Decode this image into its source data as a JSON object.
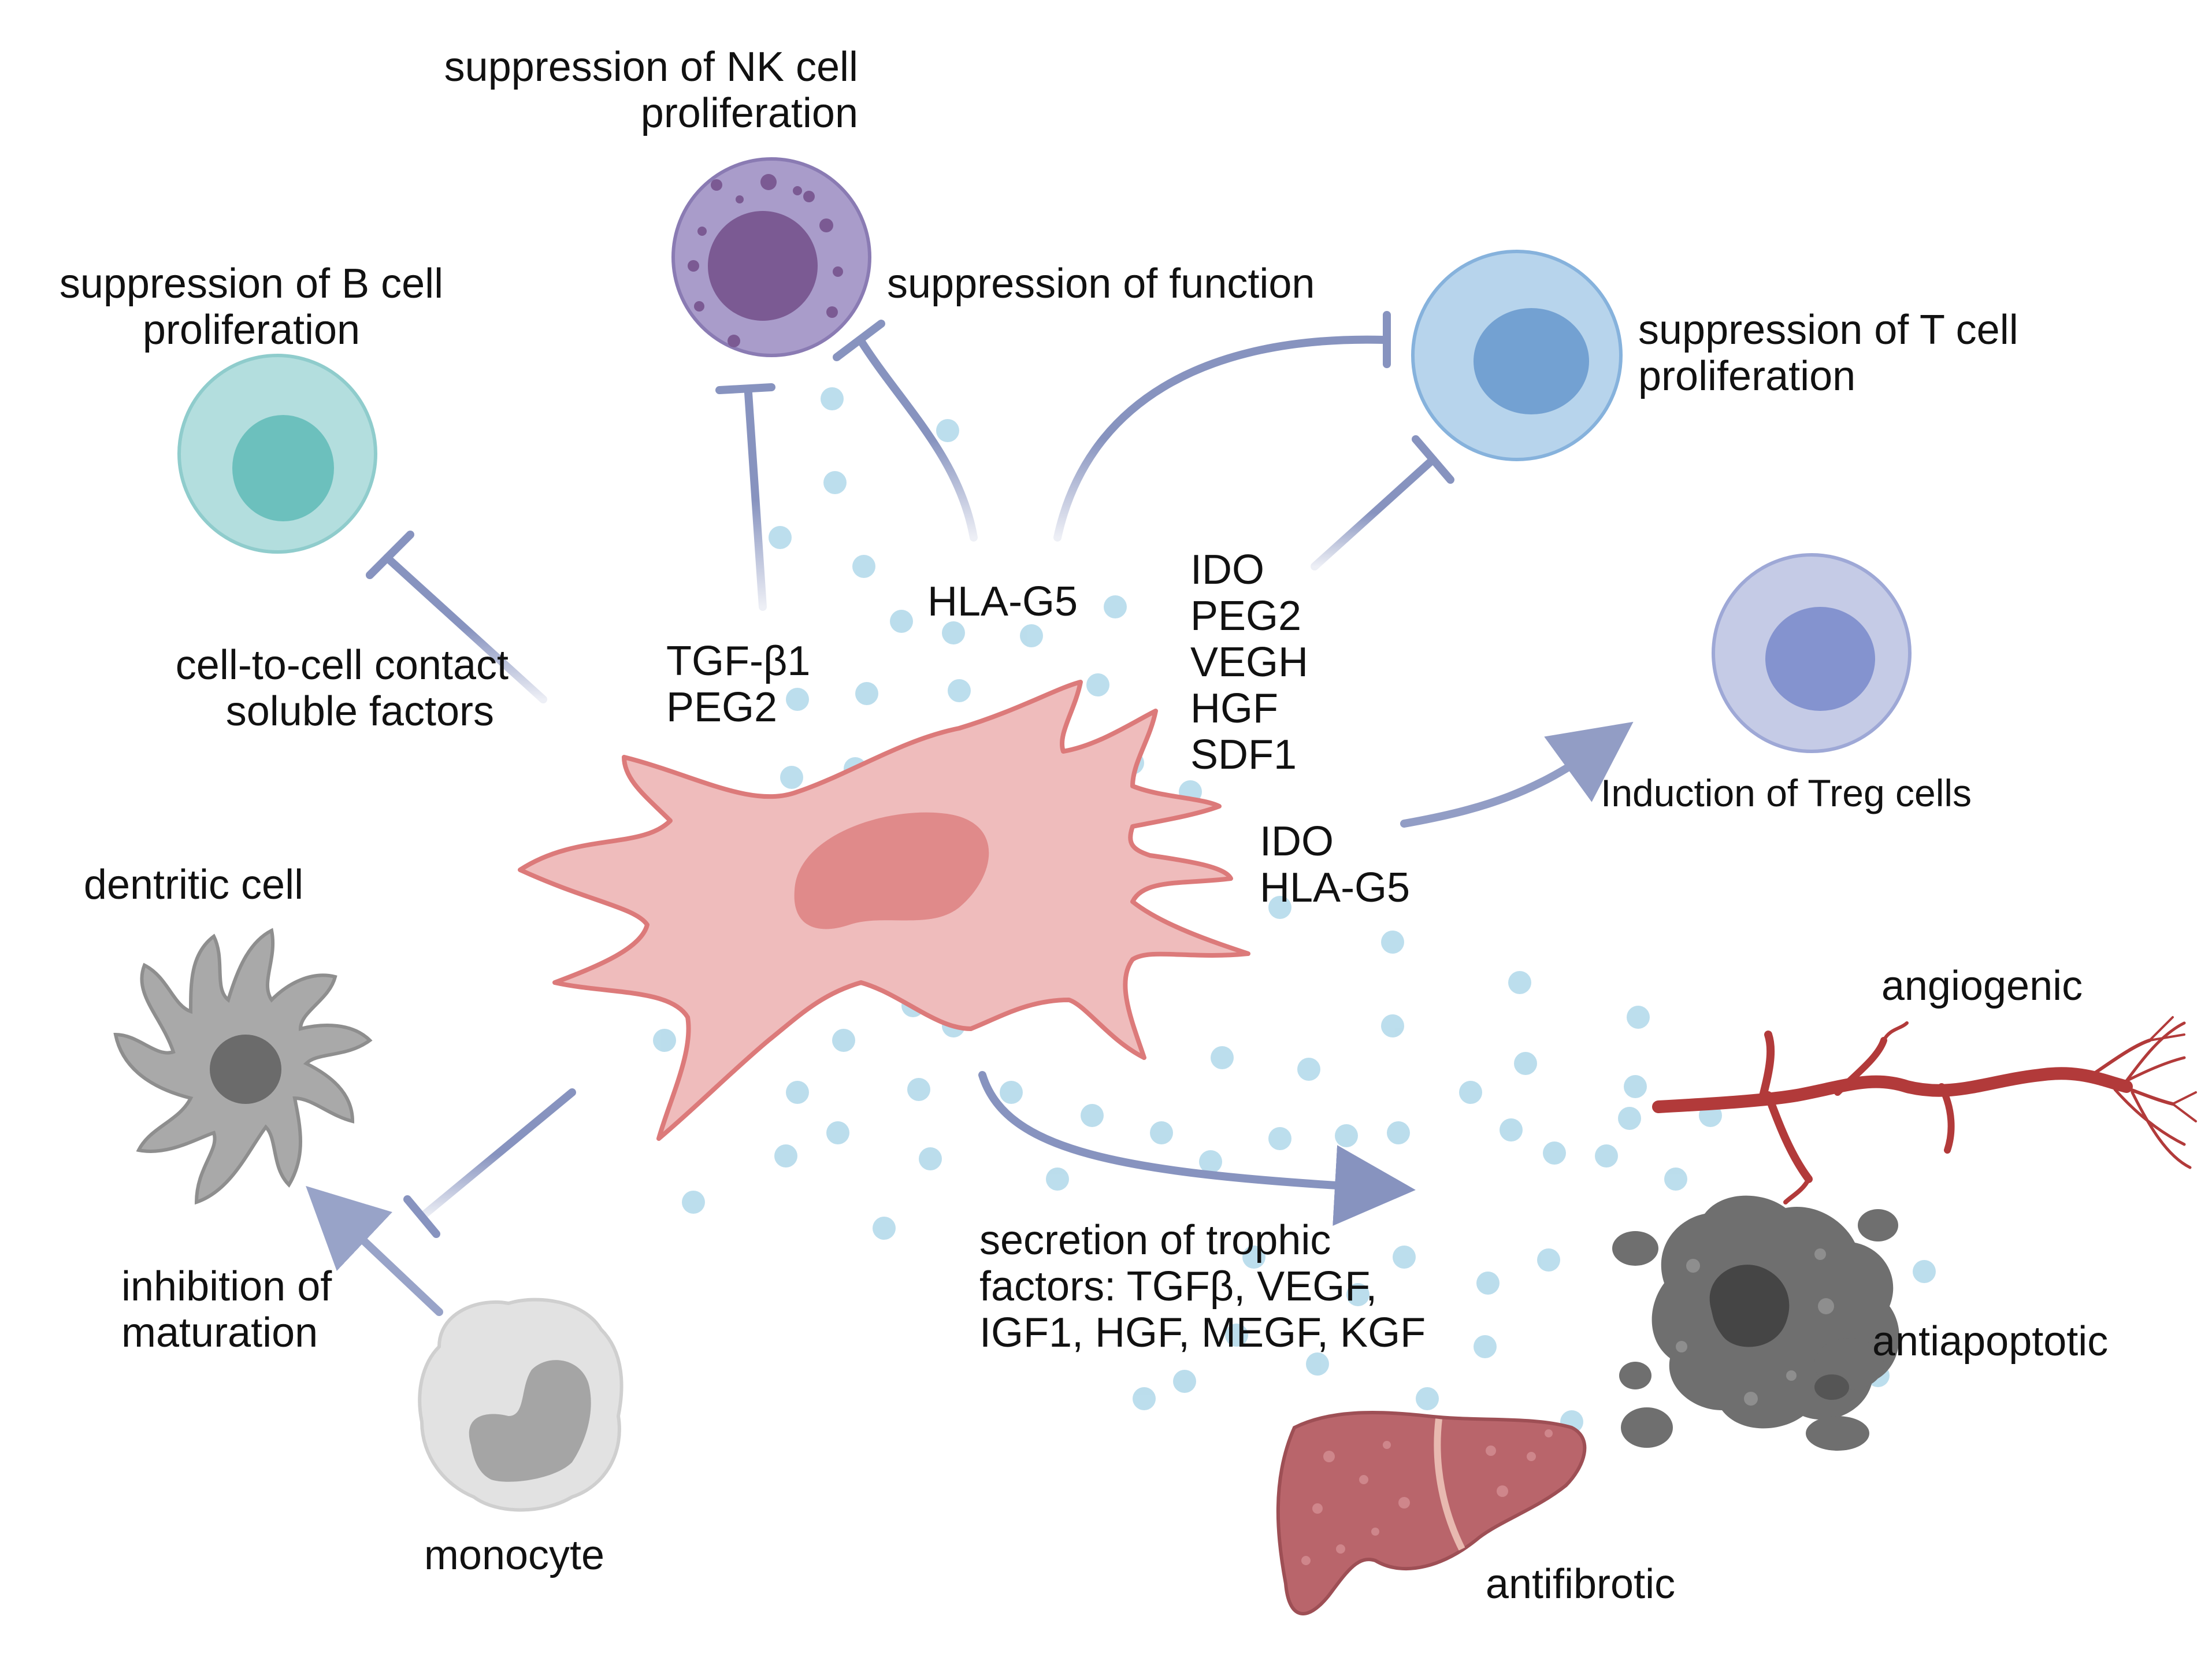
{
  "colors": {
    "msc_fill": "#efbcbc",
    "msc_stroke": "#dc7a7a",
    "msc_nucleus": "#e08a8a",
    "inhibit_line": "#8793bf",
    "dot": "#b8dcec",
    "nk_outer": "#a99cca",
    "nk_inner": "#7b5a93",
    "b_outer": "#b3dede",
    "b_inner": "#6cc0bd",
    "t_outer": "#b7d4ec",
    "t_inner": "#73a1d2",
    "treg_outer": "#c5cbe6",
    "treg_inner": "#8493cf",
    "dendritic": "#a9a9a9",
    "monocyte": "#e2e2e2",
    "vessel": "#b23a3a",
    "apoptotic": "#6f6f6f",
    "liver": "#b9656b"
  },
  "labels": {
    "nk_line1": "suppression of  NK cell",
    "nk_line2": "proliferation",
    "b_line1": "suppression of B cell",
    "b_line2": "proliferation",
    "function": "suppression of function",
    "t_line1": "suppression of T cell",
    "t_line2": "proliferation",
    "contact_line1": "cell-to-cell contact",
    "contact_line2": "soluble factors",
    "tgf_line1": "TGF-β1",
    "tgf_line2": "PEG2",
    "hla_top": "HLA-G5",
    "t_factors": [
      "IDO",
      "PEG2",
      "VEGH",
      "HGF",
      "SDF1"
    ],
    "treg_factors": [
      "IDO",
      "HLA-G5"
    ],
    "treg": "Induction of Treg cells",
    "dendritic": "dentritic cell",
    "inhibition_line1": "inhibition of",
    "inhibition_line2": "maturation",
    "monocyte": "monocyte",
    "trophic_line1": "secretion of trophic",
    "trophic_line2": "factors: TGFβ, VEGF,",
    "trophic_line3": "IGF1, HGF, MEGF, KGF",
    "angiogenic": "angiogenic",
    "antiapoptotic": "antiapoptotic",
    "antifibrotic": "antifibrotic"
  },
  "icons": {
    "msc": "mesenchymal-stem-cell-icon",
    "nk": "nk-cell-icon",
    "b": "b-cell-icon",
    "t": "t-cell-icon",
    "treg": "treg-cell-icon",
    "dendritic": "dendritic-cell-icon",
    "monocyte": "monocyte-icon",
    "vessel": "blood-vessel-icon",
    "apoptotic": "apoptotic-cell-icon",
    "liver": "liver-icon"
  }
}
